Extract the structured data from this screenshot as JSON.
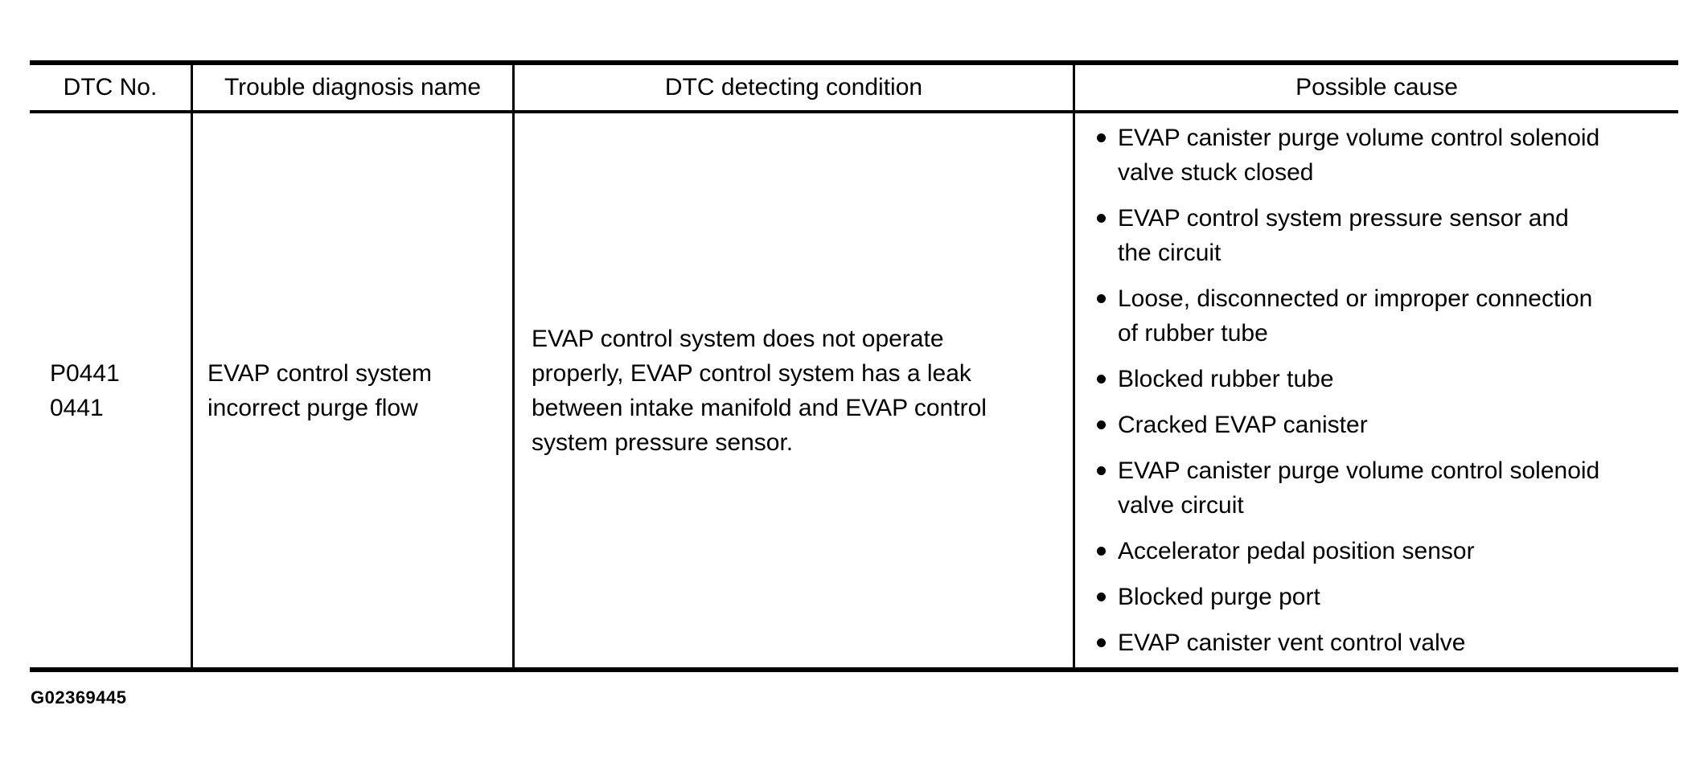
{
  "colors": {
    "ink": "#000000",
    "background": "#ffffff"
  },
  "table": {
    "headers": [
      "DTC No.",
      "Trouble diagnosis name",
      "DTC detecting condition",
      "Possible cause"
    ],
    "row": {
      "dtc_no": "P0441\n0441",
      "trouble_diagnosis_name": "EVAP control system\nincorrect purge flow",
      "dtc_detecting_condition": "EVAP control system does not operate\nproperly, EVAP control system has a leak\nbetween intake manifold and EVAP control\nsystem pressure sensor.",
      "possible_causes": [
        "EVAP canister purge volume control solenoid\nvalve stuck closed",
        "EVAP control system pressure sensor and\nthe circuit",
        "Loose, disconnected or improper connection\nof rubber tube",
        "Blocked rubber tube",
        "Cracked EVAP canister",
        "EVAP canister purge volume control solenoid\nvalve circuit",
        "Accelerator pedal position sensor",
        "Blocked purge port",
        "EVAP canister vent control valve"
      ]
    }
  },
  "figure_id": "G02369445"
}
